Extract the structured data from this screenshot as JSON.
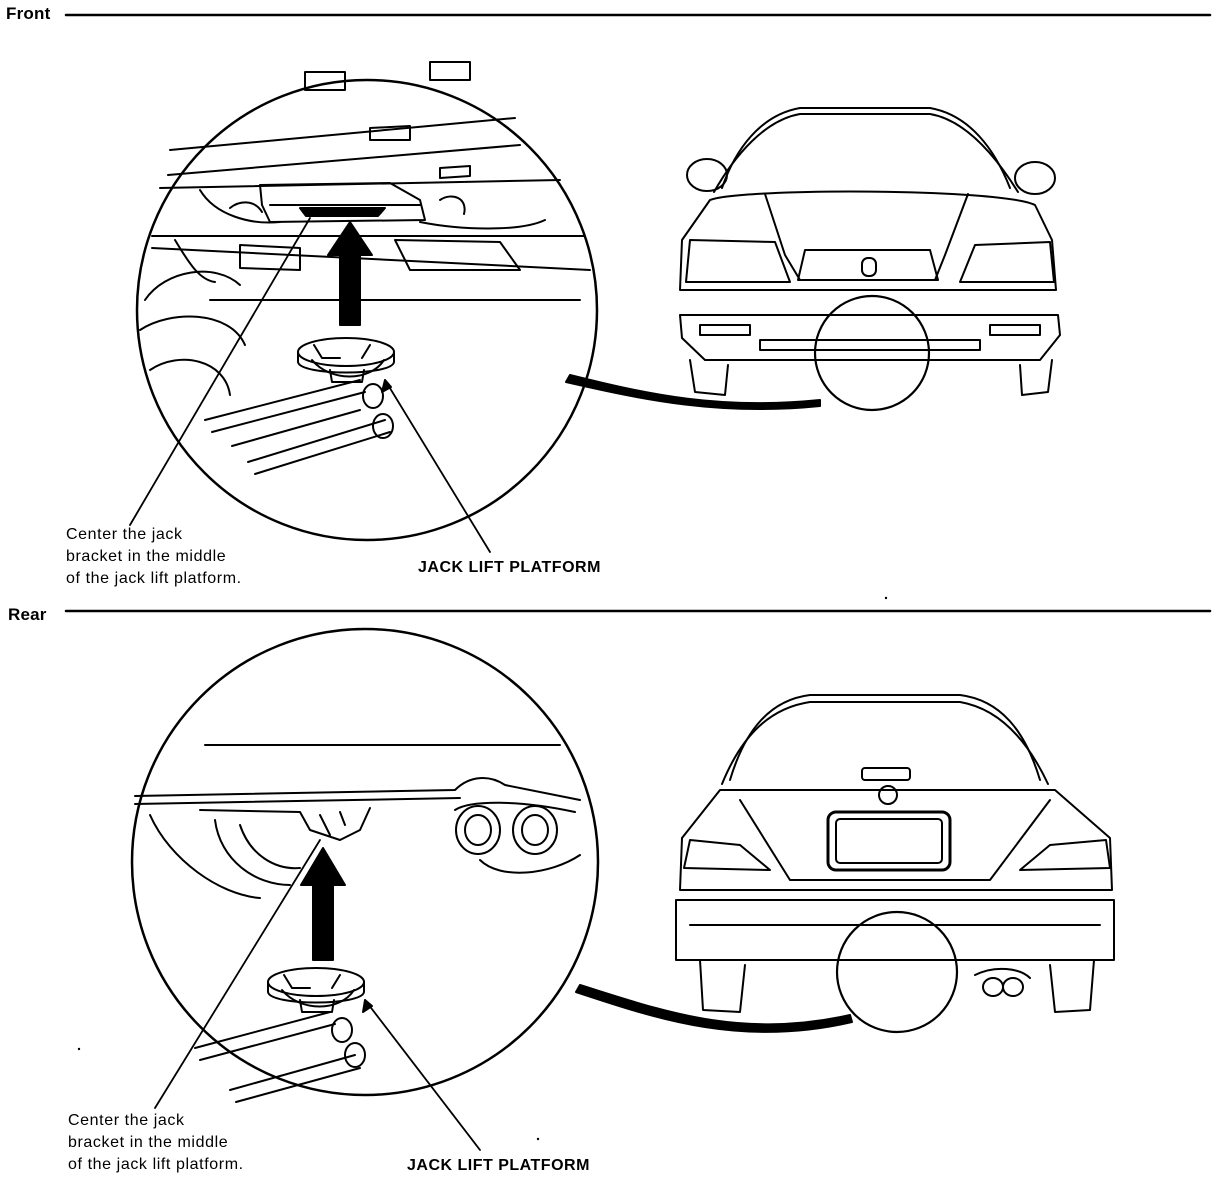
{
  "sections": [
    {
      "heading": "Front",
      "note_lines": [
        "Center the jack",
        "bracket in the middle",
        "of the jack lift platform."
      ],
      "callout": "JACK LIFT PLATFORM"
    },
    {
      "heading": "Rear",
      "note_lines": [
        "Center the jack",
        "bracket in the middle",
        "of the jack lift platform."
      ],
      "callout": "JACK LIFT PLATFORM"
    }
  ],
  "colors": {
    "ink": "#000000",
    "paper": "#ffffff"
  }
}
